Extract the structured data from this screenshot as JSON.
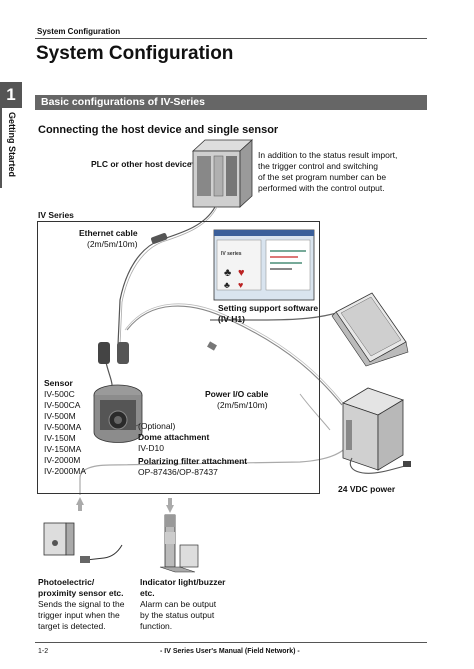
{
  "header": {
    "running_title": "System Configuration",
    "page_title": "System Configuration"
  },
  "chapter": {
    "number": "1",
    "label": "Getting Started"
  },
  "section": {
    "band_title": "Basic configurations of IV-Series",
    "subtitle": "Connecting the host device and single sensor"
  },
  "diagram": {
    "plc_label": "PLC or other host device",
    "plc_note": [
      "In addition to the status result import,",
      "the trigger control and switching",
      "of the set program number can be",
      "performed with the control output."
    ],
    "iv_series_label": "IV Series",
    "ethernet_cable": {
      "name": "Ethernet cable",
      "lengths": "(2m/5m/10m)"
    },
    "software": {
      "line1": "Setting support software",
      "line2": "(IV-H1)",
      "screen_brand": "IV series"
    },
    "sensor": {
      "title": "Sensor",
      "models": [
        "IV-500C",
        "IV-500CA",
        "IV-500M",
        "IV-500MA",
        "IV-150M",
        "IV-150MA",
        "IV-2000M",
        "IV-2000MA"
      ]
    },
    "optional": "(Optional)",
    "dome": {
      "title": "Dome attachment",
      "model": "IV-D10"
    },
    "polarizing": {
      "title": "Polarizing filter attachment",
      "model": "OP-87436/OP-87437"
    },
    "power_io": {
      "name": "Power I/O cable",
      "lengths": "(2m/5m/10m)"
    },
    "power_supply": "24 VDC power",
    "photoelectric": {
      "title": [
        "Photoelectric/",
        "proximity sensor etc."
      ],
      "desc": [
        "Sends the signal to the",
        "trigger input when the",
        "target is detected."
      ]
    },
    "indicator": {
      "title": [
        "Indicator light/buzzer",
        "etc."
      ],
      "desc": [
        "Alarm can be output",
        "by the status output",
        "function."
      ]
    }
  },
  "footer": {
    "page_number": "1-2",
    "manual_title": "- IV Series User's Manual (Field Network) -"
  }
}
